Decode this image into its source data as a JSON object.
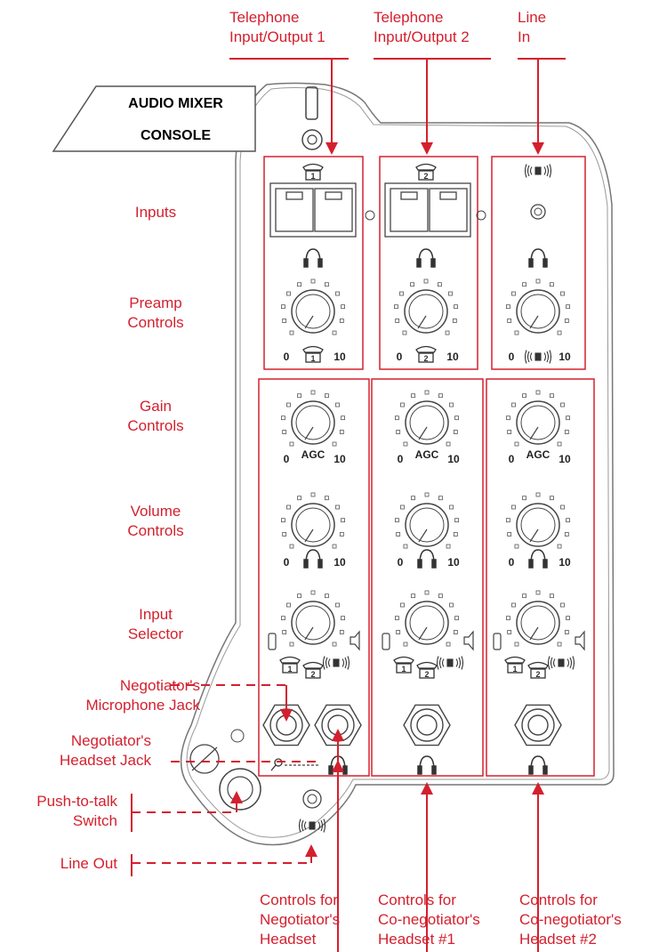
{
  "title": {
    "line1": "AUDIO MIXER",
    "line2": "CONSOLE"
  },
  "top_labels": {
    "tel1": [
      "Telephone",
      "Input/Output 1"
    ],
    "tel2": [
      "Telephone",
      "Input/Output 2"
    ],
    "line_in": [
      "Line",
      "In"
    ]
  },
  "row_labels": {
    "inputs": [
      "Inputs"
    ],
    "preamp": [
      "Preamp",
      "Controls"
    ],
    "gain": [
      "Gain",
      "Controls"
    ],
    "volume": [
      "Volume",
      "Controls"
    ],
    "selector": [
      "Input",
      "Selector"
    ]
  },
  "left_labels": {
    "mic_jack": [
      "Negotiator's",
      "Microphone Jack"
    ],
    "headset_jack": [
      "Negotiator's",
      "Headset Jack"
    ],
    "ptt": [
      "Push-to-talk",
      "Switch"
    ],
    "line_out": [
      "Line Out"
    ]
  },
  "bottom_labels": {
    "neg": [
      "Controls for",
      "Negotiator's",
      "Headset"
    ],
    "co1": [
      "Controls for",
      "Co-negotiator's",
      "Headset #1"
    ],
    "co2": [
      "Controls for",
      "Co-negotiator's",
      "Headset #2"
    ]
  },
  "knob_text": {
    "min": "0",
    "max": "10",
    "agc": "AGC",
    "tel1_num": "1",
    "tel2_num": "2"
  },
  "colors": {
    "callout": "#d4202e",
    "outline": "#555555"
  }
}
